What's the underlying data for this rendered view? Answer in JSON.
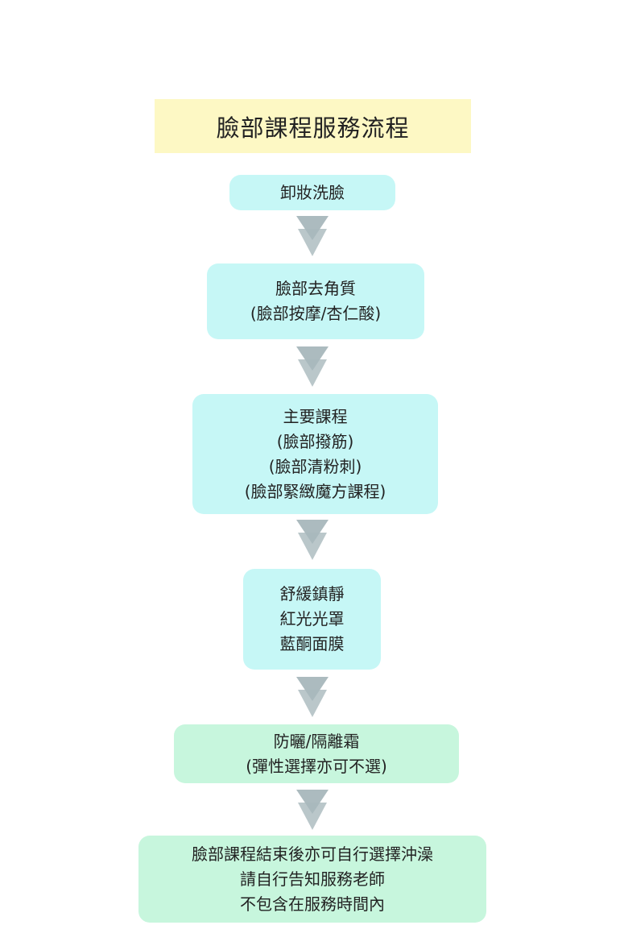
{
  "title": "臉部課程服務流程",
  "steps": [
    {
      "lines": [
        "卸妝洗臉"
      ]
    },
    {
      "lines": [
        "臉部去角質",
        "(臉部按摩/杏仁酸)"
      ]
    },
    {
      "lines": [
        "主要課程",
        "(臉部撥筋)",
        "(臉部清粉刺)",
        "(臉部緊緻魔方課程)"
      ]
    },
    {
      "lines": [
        "舒緩鎮靜",
        "紅光光罩",
        "藍酮面膜"
      ]
    },
    {
      "lines": [
        "防曬/隔離霜",
        "(彈性選擇亦可不選)"
      ]
    },
    {
      "lines": [
        "臉部課程結束後亦可自行選擇沖澡",
        "請自行告知服務老師",
        "不包含在服務時間內"
      ]
    }
  ],
  "colors": {
    "title_bg": "#fdf8c4",
    "step_cyan": "#c6f7f6",
    "step_green": "#c7f6dd",
    "arrow": "#9eafb4"
  }
}
